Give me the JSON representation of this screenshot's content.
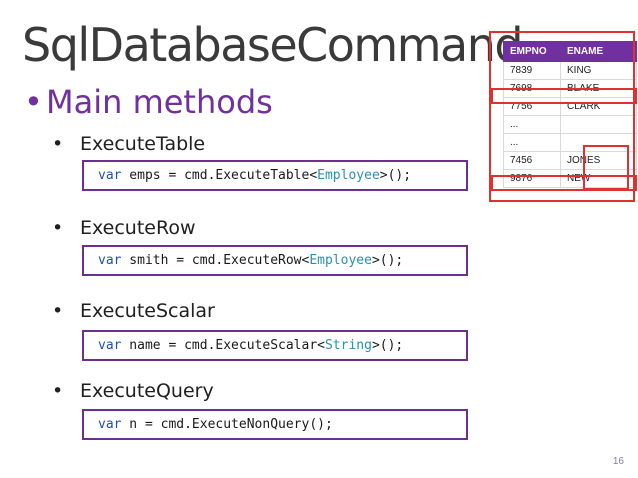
{
  "title": "SqlDatabaseCommand",
  "main_bullet": "Main methods",
  "methods": [
    {
      "name": "ExecuteTable",
      "code": {
        "kw": "var",
        "a": " emps  = cmd.ExecuteTable<",
        "type": "Employee",
        "b": ">();"
      }
    },
    {
      "name": "ExecuteRow",
      "code": {
        "kw": "var",
        "a": " smith = cmd.ExecuteRow<",
        "type": "Employee",
        "b": ">();"
      }
    },
    {
      "name": "ExecuteScalar",
      "code": {
        "kw": "var",
        "a": " name = cmd.ExecuteScalar<",
        "type": "String",
        "b": ">();"
      }
    },
    {
      "name": "ExecuteQuery",
      "code": {
        "kw": "var",
        "a": " n = cmd.ExecuteNonQuery();",
        "type": "",
        "b": ""
      }
    }
  ],
  "table": {
    "headers": [
      "EMPNO",
      "ENAME"
    ],
    "rows": [
      [
        "7839",
        "KING"
      ],
      [
        "7698",
        "BLAKE"
      ],
      [
        "7756",
        "CLARK"
      ],
      [
        "...",
        ""
      ],
      [
        "...",
        ""
      ],
      [
        "7456",
        "JONES"
      ],
      [
        "9876",
        "NEW"
      ]
    ]
  },
  "page_number": "16",
  "colors": {
    "accent": "#7030a0",
    "highlight": "#e03030",
    "keyword": "#1f4fb5",
    "type": "#2a8fb0"
  }
}
